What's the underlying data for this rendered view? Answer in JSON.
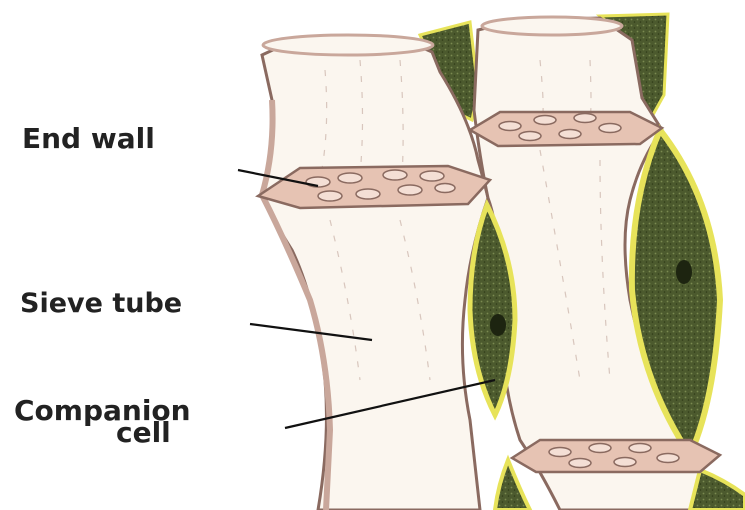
{
  "labels": {
    "end_wall": "End wall",
    "sieve_tube": "Sieve tube",
    "companion_cell_line1": "Companion",
    "companion_cell_line2": "cell"
  },
  "colors": {
    "background": "#ffffff",
    "tube_fill": "#fbf6ef",
    "tube_edge": "#c9a79b",
    "tube_edge_dark": "#8a6a60",
    "end_wall_fill": "#e6c3b3",
    "pore_fill": "#f4dfd5",
    "companion_fill": "#4c5a2e",
    "companion_rim": "#e7e35a",
    "nucleus": "#1d2410",
    "leader_line": "#111111"
  }
}
